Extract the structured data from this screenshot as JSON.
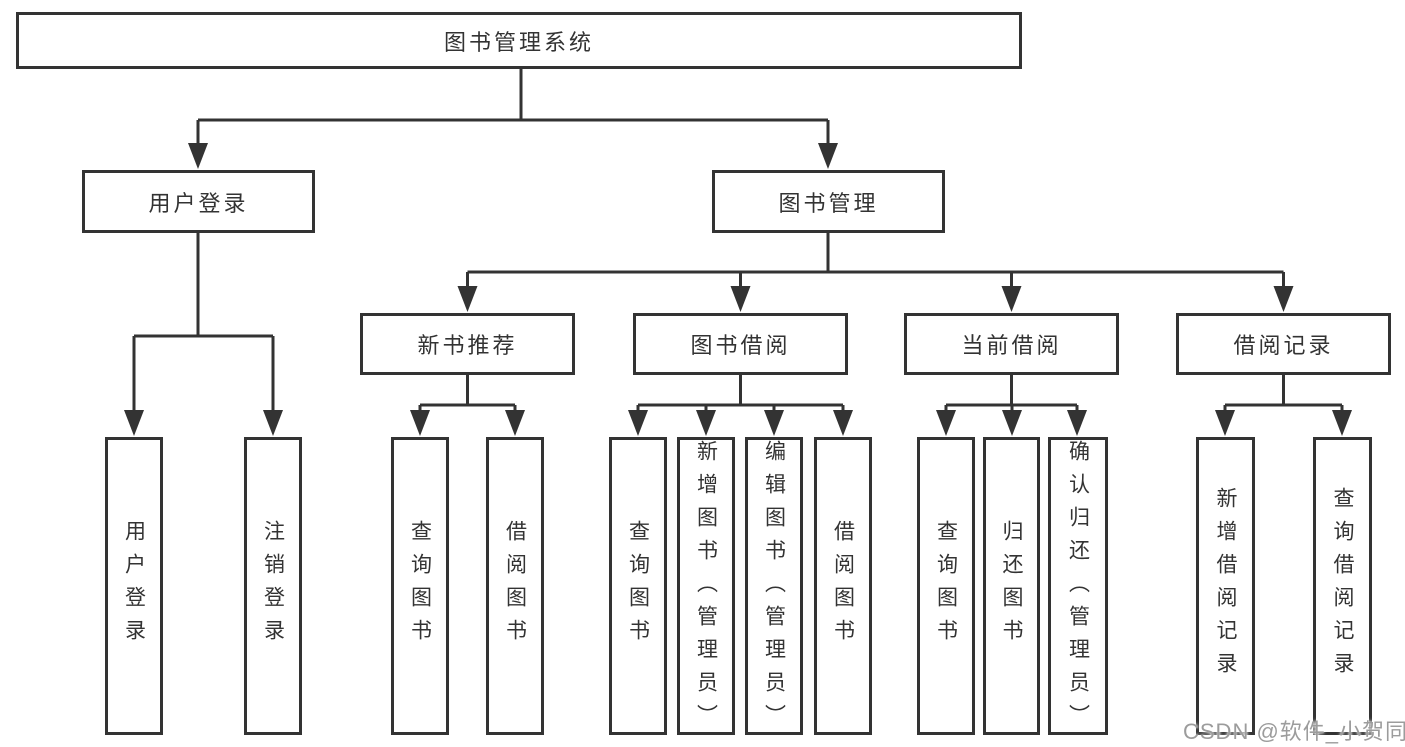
{
  "watermark": "CSDN @软件_小贺同学",
  "tree": {
    "root": {
      "label": "图书管理系统"
    },
    "children": [
      {
        "label": "用户登录",
        "leaves": [
          {
            "label": "用户登录"
          },
          {
            "label": "注销登录"
          }
        ]
      },
      {
        "label": "图书管理",
        "children": [
          {
            "label": "新书推荐",
            "leaves": [
              {
                "label": "查询图书"
              },
              {
                "label": "借阅图书"
              }
            ]
          },
          {
            "label": "图书借阅",
            "leaves": [
              {
                "label": "查询图书"
              },
              {
                "label": "新增图书（管理员）"
              },
              {
                "label": "编辑图书（管理员）"
              },
              {
                "label": "借阅图书"
              }
            ]
          },
          {
            "label": "当前借阅",
            "leaves": [
              {
                "label": "查询图书"
              },
              {
                "label": "归还图书"
              },
              {
                "label": "确认归还（管理员）"
              }
            ]
          },
          {
            "label": "借阅记录",
            "leaves": [
              {
                "label": "新增借阅记录"
              },
              {
                "label": "查询借阅记录"
              }
            ]
          }
        ]
      }
    ]
  }
}
